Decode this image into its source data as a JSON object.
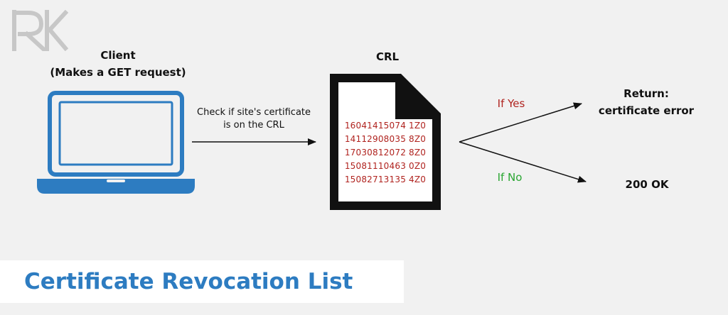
{
  "client": {
    "title": "Client",
    "subtitle": "(Makes a GET request)"
  },
  "check": {
    "line1": "Check if site's certificate",
    "line2": "is on the CRL"
  },
  "crl": {
    "title": "CRL",
    "serials": [
      "16041415074 1Z0",
      "14112908035 8Z0",
      "17030812072 8Z0",
      "15081110463 0Z0",
      "15082713135 4Z0"
    ]
  },
  "branches": {
    "yes_label": "If Yes",
    "no_label": "If No"
  },
  "outcomes": {
    "return_line1": "Return:",
    "return_line2": "certificate error",
    "ok": "200 OK"
  },
  "banner": {
    "title": "Certificate Revocation List"
  },
  "colors": {
    "accent_blue": "#2d7cc1",
    "serial_red": "#b0231f",
    "yes_red": "#b0231f",
    "no_green": "#2aa632"
  },
  "icons": {
    "logo": "rk-logo-icon",
    "client": "laptop-icon",
    "crl": "document-icon"
  }
}
